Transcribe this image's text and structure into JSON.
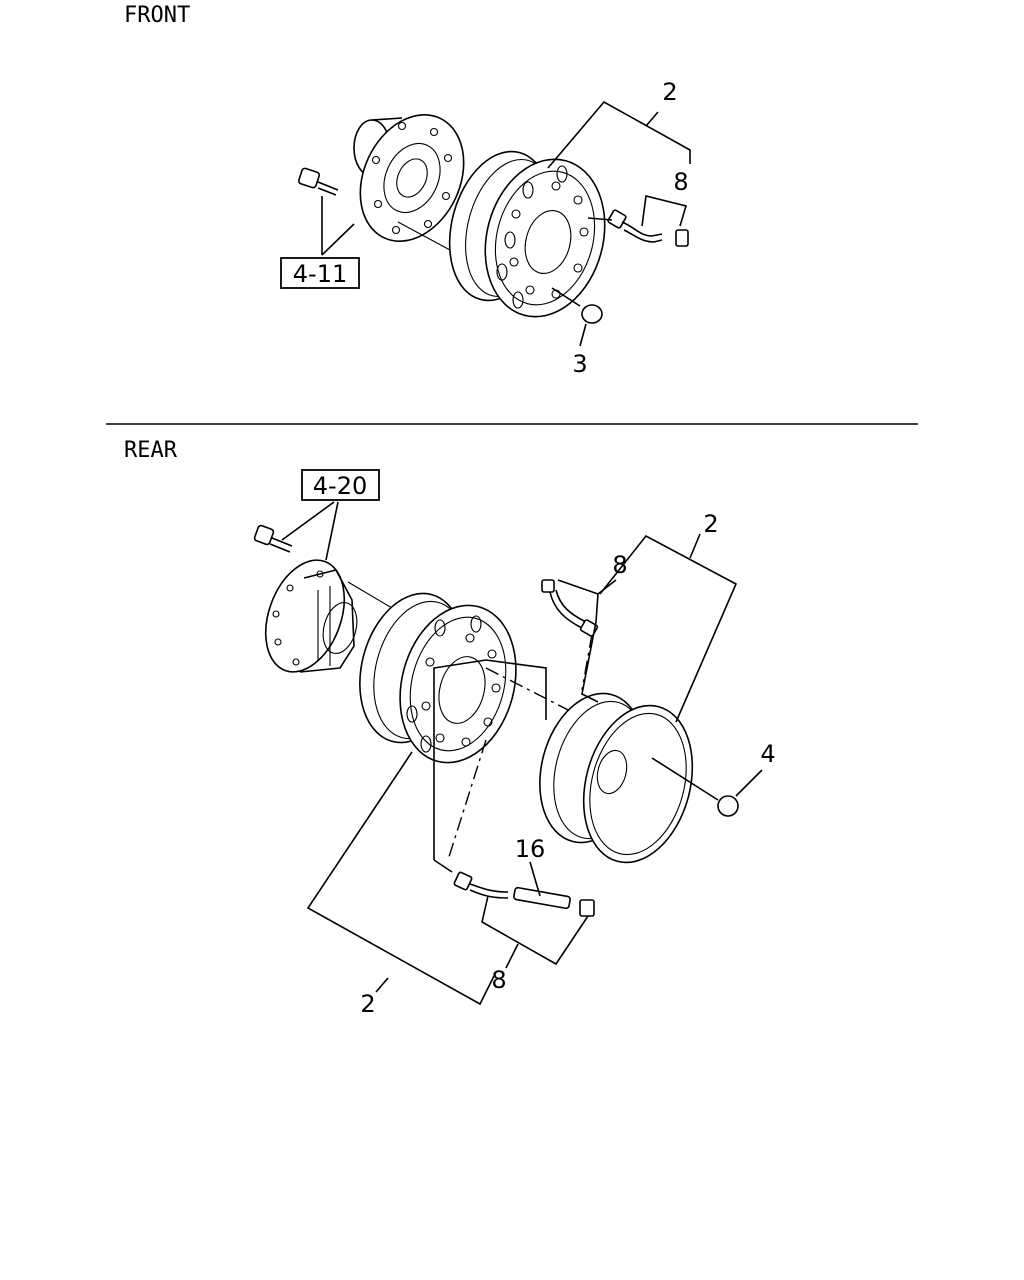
{
  "sections": {
    "front": "FRONT",
    "rear": "REAR"
  },
  "front": {
    "ref_box": "4-11",
    "callouts": {
      "wheel": "2",
      "valve": "8",
      "nut": "3"
    }
  },
  "rear": {
    "ref_box": "4-20",
    "callouts": {
      "outer_wheel": "2",
      "outer_valve": "8",
      "nut": "4",
      "extension": "16",
      "inner_valve": "8",
      "inner_wheel": "2"
    }
  }
}
